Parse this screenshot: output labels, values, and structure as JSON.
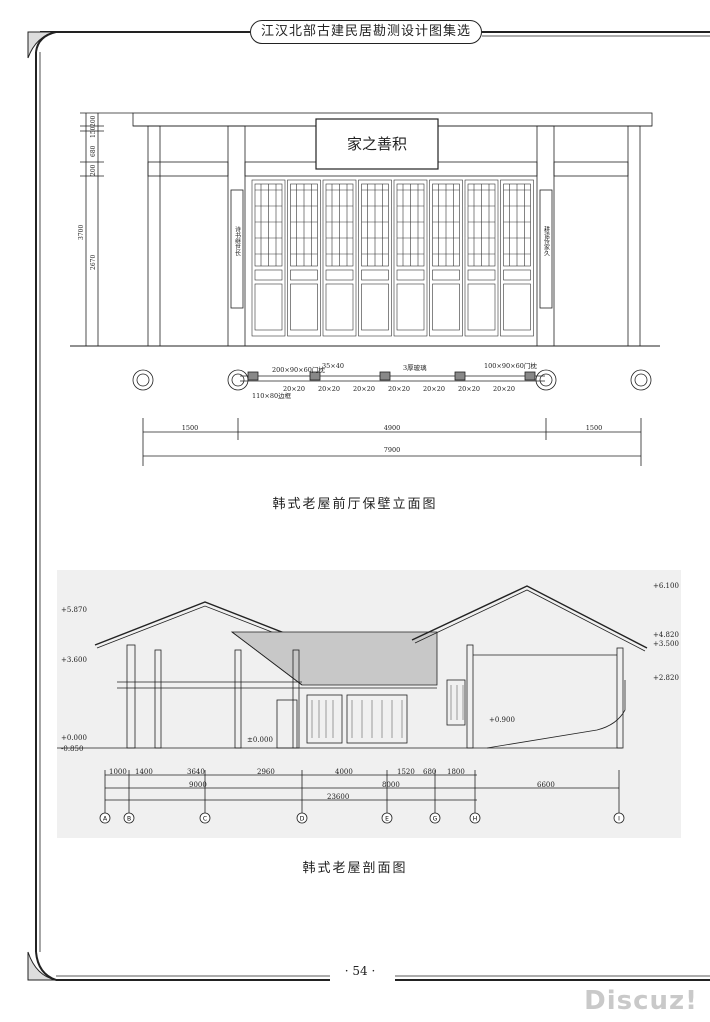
{
  "header": {
    "book_title": "江汉北部古建民居勘测设计图集选"
  },
  "elevation": {
    "plaque": "家之善积",
    "couplet_left": "诗书继世长",
    "couplet_right": "耕读传家久",
    "heights_left": [
      "200",
      "150",
      "680",
      "200",
      "2670",
      "3700"
    ],
    "notes": [
      "200×90×60门枕",
      "35×40",
      "3厚玻璃",
      "100×90×60门枕",
      "110×80边框"
    ],
    "bar_size": "20×20",
    "dims_top": [
      "1500",
      "4900",
      "1500"
    ],
    "dim_total": "7900",
    "caption": "韩式老屋前厅保壁立面图"
  },
  "section": {
    "levels_left": [
      "+5.870",
      "+3.600",
      "+0.000",
      "-0.850"
    ],
    "levels_right": [
      "+6.100",
      "+4.820",
      "+3.500",
      "+2.820"
    ],
    "level_mid": "+0.900",
    "level_floor": "±0.000",
    "dims_row1": [
      "1000",
      "1400",
      "3640",
      "2960",
      "4000",
      "1520",
      "680",
      "1800"
    ],
    "dims_row2": [
      "9000",
      "8000",
      "6600"
    ],
    "dim_total": "23600",
    "axes": [
      "A",
      "B",
      "C",
      "D",
      "E",
      "G",
      "H",
      "I"
    ],
    "caption": "韩式老屋剖面图"
  },
  "footer": {
    "page_number": "· 54 ·",
    "watermark": "Discuz!"
  }
}
